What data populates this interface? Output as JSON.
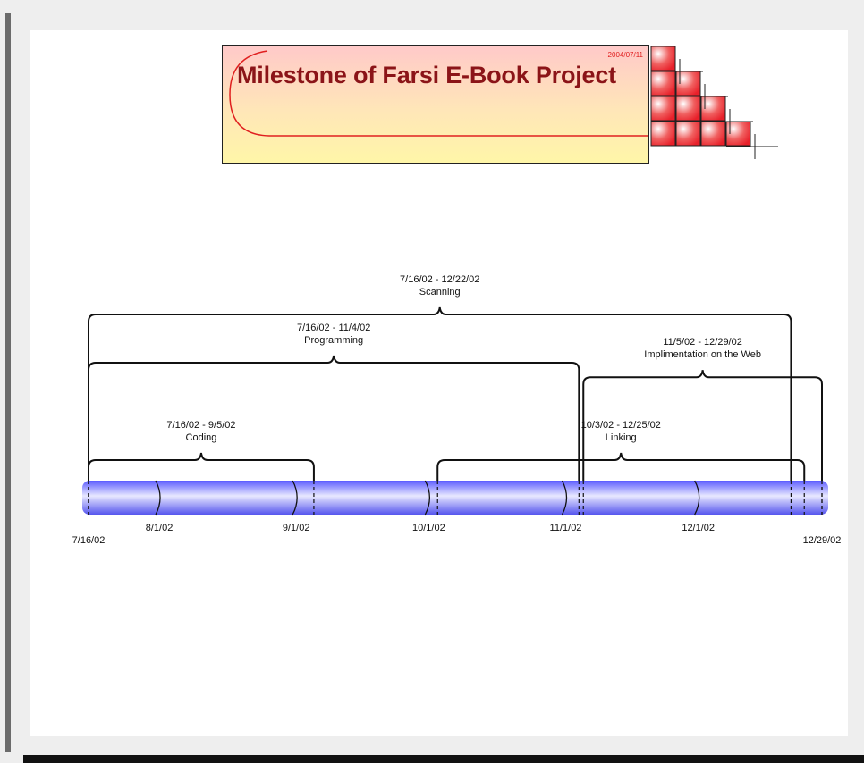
{
  "banner": {
    "title": "Milestone of Farsi E-Book Project",
    "date": "2004/07/11",
    "colors": {
      "title": "#8b1418",
      "date": "#e02020",
      "arc": "#e02020",
      "tile": "#e8202a"
    }
  },
  "timeline": {
    "start": "7/16/02",
    "end": "12/29/02",
    "bar_color": "#7070ff",
    "ticks": [
      {
        "label": "7/16/02",
        "date": "2002-07-16",
        "row": 2
      },
      {
        "label": "8/1/02",
        "date": "2002-08-01",
        "row": 1
      },
      {
        "label": "9/1/02",
        "date": "2002-09-01",
        "row": 1
      },
      {
        "label": "10/1/02",
        "date": "2002-10-01",
        "row": 1
      },
      {
        "label": "11/1/02",
        "date": "2002-11-01",
        "row": 1
      },
      {
        "label": "12/1/02",
        "date": "2002-12-01",
        "row": 1
      },
      {
        "label": "12/29/02",
        "date": "2002-12-29",
        "row": 2
      }
    ],
    "tasks": [
      {
        "name": "Scanning",
        "range": "7/16/02 - 12/22/02",
        "start": "2002-07-16",
        "end": "2002-12-22",
        "level": 4
      },
      {
        "name": "Programming",
        "range": "7/16/02 - 11/4/02",
        "start": "2002-07-16",
        "end": "2002-11-04",
        "level": 3
      },
      {
        "name": "Implimentation on the Web",
        "range": "11/5/02 - 12/29/02",
        "start": "2002-11-05",
        "end": "2002-12-29",
        "level": 2.7
      },
      {
        "name": "Coding",
        "range": "7/16/02 - 9/5/02",
        "start": "2002-07-16",
        "end": "2002-09-05",
        "level": 1
      },
      {
        "name": "Linking",
        "range": "10/3/02 - 12/25/02",
        "start": "2002-10-03",
        "end": "2002-12-25",
        "level": 1
      }
    ]
  }
}
